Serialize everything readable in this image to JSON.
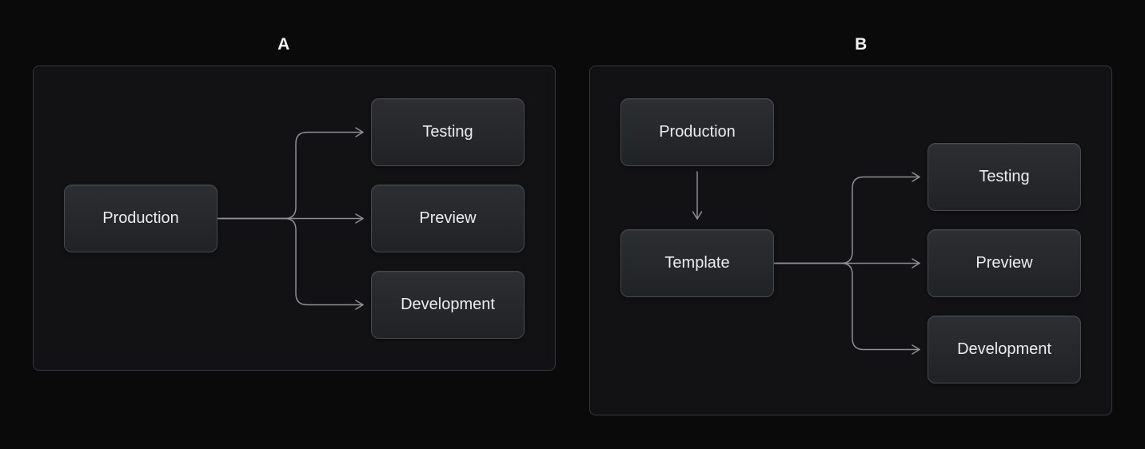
{
  "panels": {
    "a": {
      "label": "A",
      "nodes": {
        "production": {
          "label": "Production"
        },
        "testing": {
          "label": "Testing"
        },
        "preview": {
          "label": "Preview"
        },
        "development": {
          "label": "Development"
        }
      },
      "edges": [
        {
          "from": "production",
          "to": "testing"
        },
        {
          "from": "production",
          "to": "preview"
        },
        {
          "from": "production",
          "to": "development"
        }
      ]
    },
    "b": {
      "label": "B",
      "nodes": {
        "production": {
          "label": "Production"
        },
        "template": {
          "label": "Template"
        },
        "testing": {
          "label": "Testing"
        },
        "preview": {
          "label": "Preview"
        },
        "development": {
          "label": "Development"
        }
      },
      "edges": [
        {
          "from": "production",
          "to": "template"
        },
        {
          "from": "template",
          "to": "testing"
        },
        {
          "from": "template",
          "to": "preview"
        },
        {
          "from": "template",
          "to": "development"
        }
      ]
    }
  },
  "colors": {
    "page_background": "#0a0a0b",
    "panel_background": "#121215",
    "panel_border": "#36373c",
    "node_background_top": "#2c2e32",
    "node_background_bottom": "#202226",
    "node_border": "#46494f",
    "node_text": "#ececf0",
    "arrow": "#8d8e94",
    "panel_label_text": "#f4f4f5"
  }
}
